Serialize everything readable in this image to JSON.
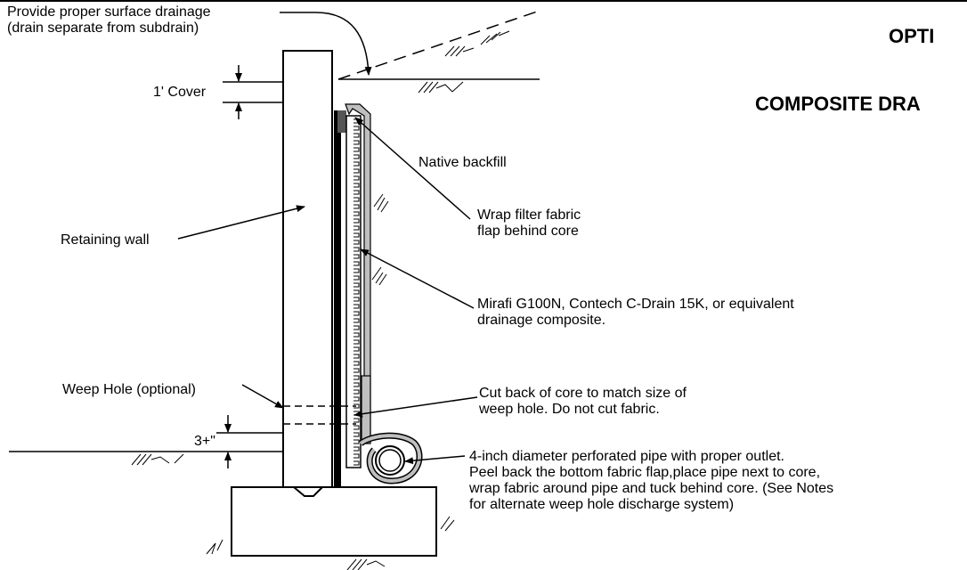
{
  "title_line1": "OPTI",
  "title_line2": "COMPOSITE DRA",
  "labels": {
    "surface_drainage_1": "Provide proper surface drainage",
    "surface_drainage_2": "(drain separate from subdrain)",
    "cover": "1' Cover",
    "native_backfill": "Native backfill",
    "retaining_wall": "Retaining wall",
    "wrap_filter_1": "Wrap filter fabric",
    "wrap_filter_2": "flap behind core",
    "composite_1": "Mirafi G100N, Contech C-Drain 15K, or equivalent",
    "composite_2": "drainage composite.",
    "weep_hole": "Weep Hole (optional)",
    "cut_back_1": "Cut back of core to match size of",
    "cut_back_2": "weep hole. Do not cut fabric.",
    "three_plus": "3+\"",
    "pipe_1": "4-inch diameter perforated pipe with proper outlet.",
    "pipe_2": "Peel back the bottom fabric flap,place pipe next to core,",
    "pipe_3": "wrap fabric around pipe and tuck behind core. (See Notes",
    "pipe_4": "for alternate weep hole discharge system)"
  }
}
